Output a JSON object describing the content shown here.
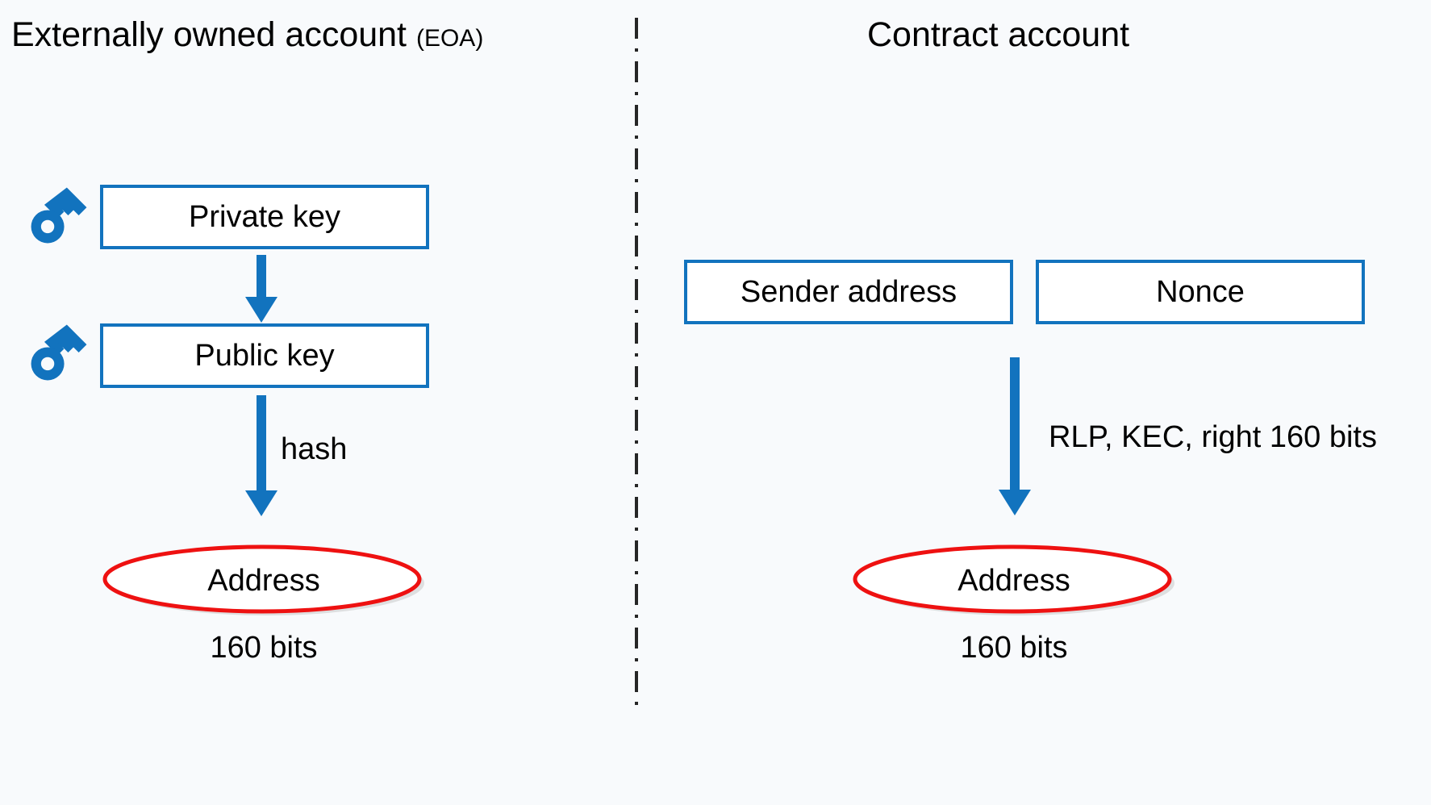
{
  "page": {
    "background_color": "#f8fafc",
    "accent_blue": "#1273be",
    "highlight_red": "#ee1111",
    "text_color": "#000000"
  },
  "columns": {
    "left": {
      "title_main": "Externally owned account",
      "title_suffix": "(EOA)",
      "nodes": {
        "private_key": "Private key",
        "public_key": "Public key",
        "address": "Address"
      },
      "icons": {
        "private_key_icon": "key-icon",
        "public_key_icon": "key-icon"
      },
      "edges": {
        "private_to_public": "",
        "public_to_address": "hash"
      },
      "caption": "160 bits"
    },
    "right": {
      "title_main": "Contract account",
      "nodes": {
        "sender_address": "Sender address",
        "nonce": "Nonce",
        "address": "Address"
      },
      "edges": {
        "inputs_to_address": "RLP, KEC, right 160 bits"
      },
      "caption": "160 bits"
    }
  },
  "divider": {
    "name": "dash-dot-divider",
    "style": "dash-dot vertical"
  }
}
